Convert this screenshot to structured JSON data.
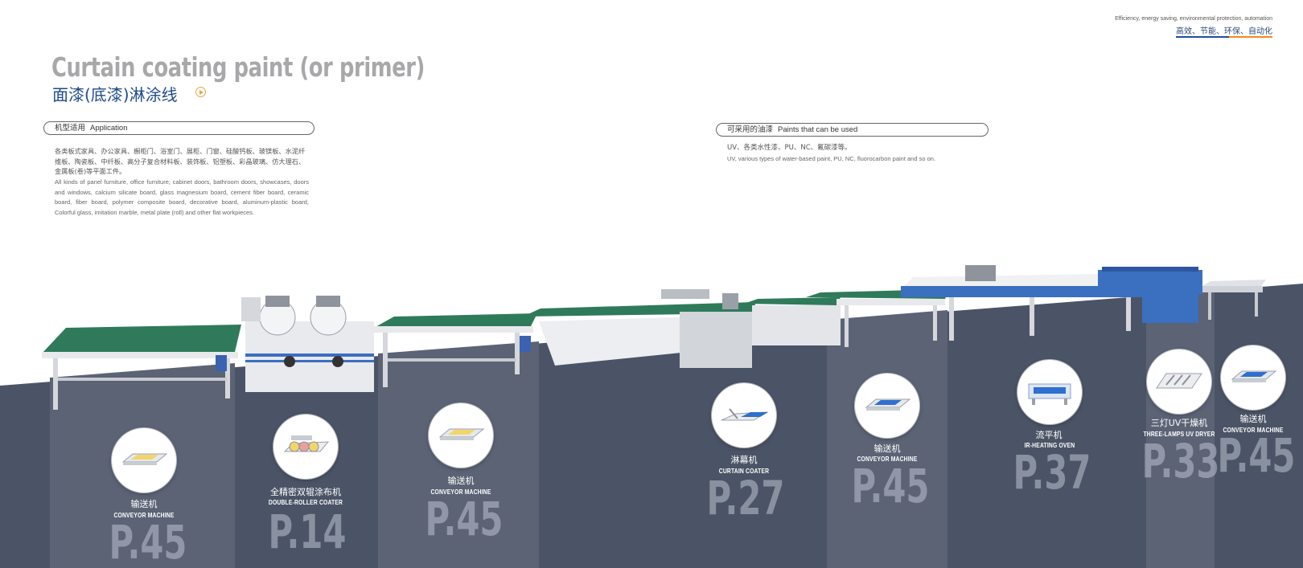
{
  "header": {
    "tagline_en": "Efficiency, energy saving, environmental protection, automation",
    "tagline_cn": "高效、节能、环保、自动化",
    "title_en": "Curtain coating paint (or primer)",
    "title_cn": "面漆(底漆)淋涂线"
  },
  "application": {
    "heading_cn": "机型适用",
    "heading_en": "Application",
    "text_cn": "各类板式家具、办公家具、橱柜门、浴室门、展柜、门窗、硅酸钙板、玻镁板、水泥纤维板、陶瓷板、中纤板、高分子复合材料板、装饰板、铝塑板、彩晶玻璃、仿大理石、金属板(卷)等平面工件。",
    "text_en": "All kinds of panel furniture, office furniture, cabinet doors, bathroom doors, showcases, doors and windows, calcium silicate board, glass magnesium board, cement fiber board, ceramic board, fiber board, polymer composite board, decorative board, aluminum-plastic board, Colorful glass, imitation marble, metal plate (roll) and other flat workpieces."
  },
  "paints": {
    "heading_cn": "可采用的油漆",
    "heading_en": "Paints that can be used",
    "text_cn": "UV、各类水性漆、PU、NC、氟碳漆等。",
    "text_en": "UV, various types of water-based paint, PU, NC, fluorocarbon paint and so on."
  },
  "stations": [
    {
      "name_cn": "输送机",
      "name_en": "CONVEYOR MACHINE",
      "page": "P.45",
      "icon": "conveyor-yellow-icon"
    },
    {
      "name_cn": "全精密双辊涂布机",
      "name_en": "DOUBLE-ROLLER COATER",
      "page": "P.14",
      "icon": "double-roller-icon"
    },
    {
      "name_cn": "输送机",
      "name_en": "CONVEYOR MACHINE",
      "page": "P.45",
      "icon": "conveyor-yellow-icon"
    },
    {
      "name_cn": "淋幕机",
      "name_en": "CURTAIN COATER",
      "page": "P.27",
      "icon": "curtain-coater-icon"
    },
    {
      "name_cn": "输送机",
      "name_en": "CONVEYOR MACHINE",
      "page": "P.45",
      "icon": "conveyor-blue-icon"
    },
    {
      "name_cn": "流平机",
      "name_en": "IR-HEATING OVEN",
      "page": "P.37",
      "icon": "heating-oven-icon"
    },
    {
      "name_cn": "三灯UV干燥机",
      "name_en": "THREE-LAMPS UV DRYER",
      "page": "P.33",
      "icon": "uv-dryer-icon"
    },
    {
      "name_cn": "输送机",
      "name_en": "CONVEYOR MACHINE",
      "page": "P.45",
      "icon": "conveyor-blue-icon"
    }
  ],
  "colors": {
    "floor": "#4b5466",
    "column": "#5d6577",
    "title_cn": "#1e4a8a",
    "belt": "#2f7a5a",
    "machine_blue": "#3b6fc0"
  }
}
